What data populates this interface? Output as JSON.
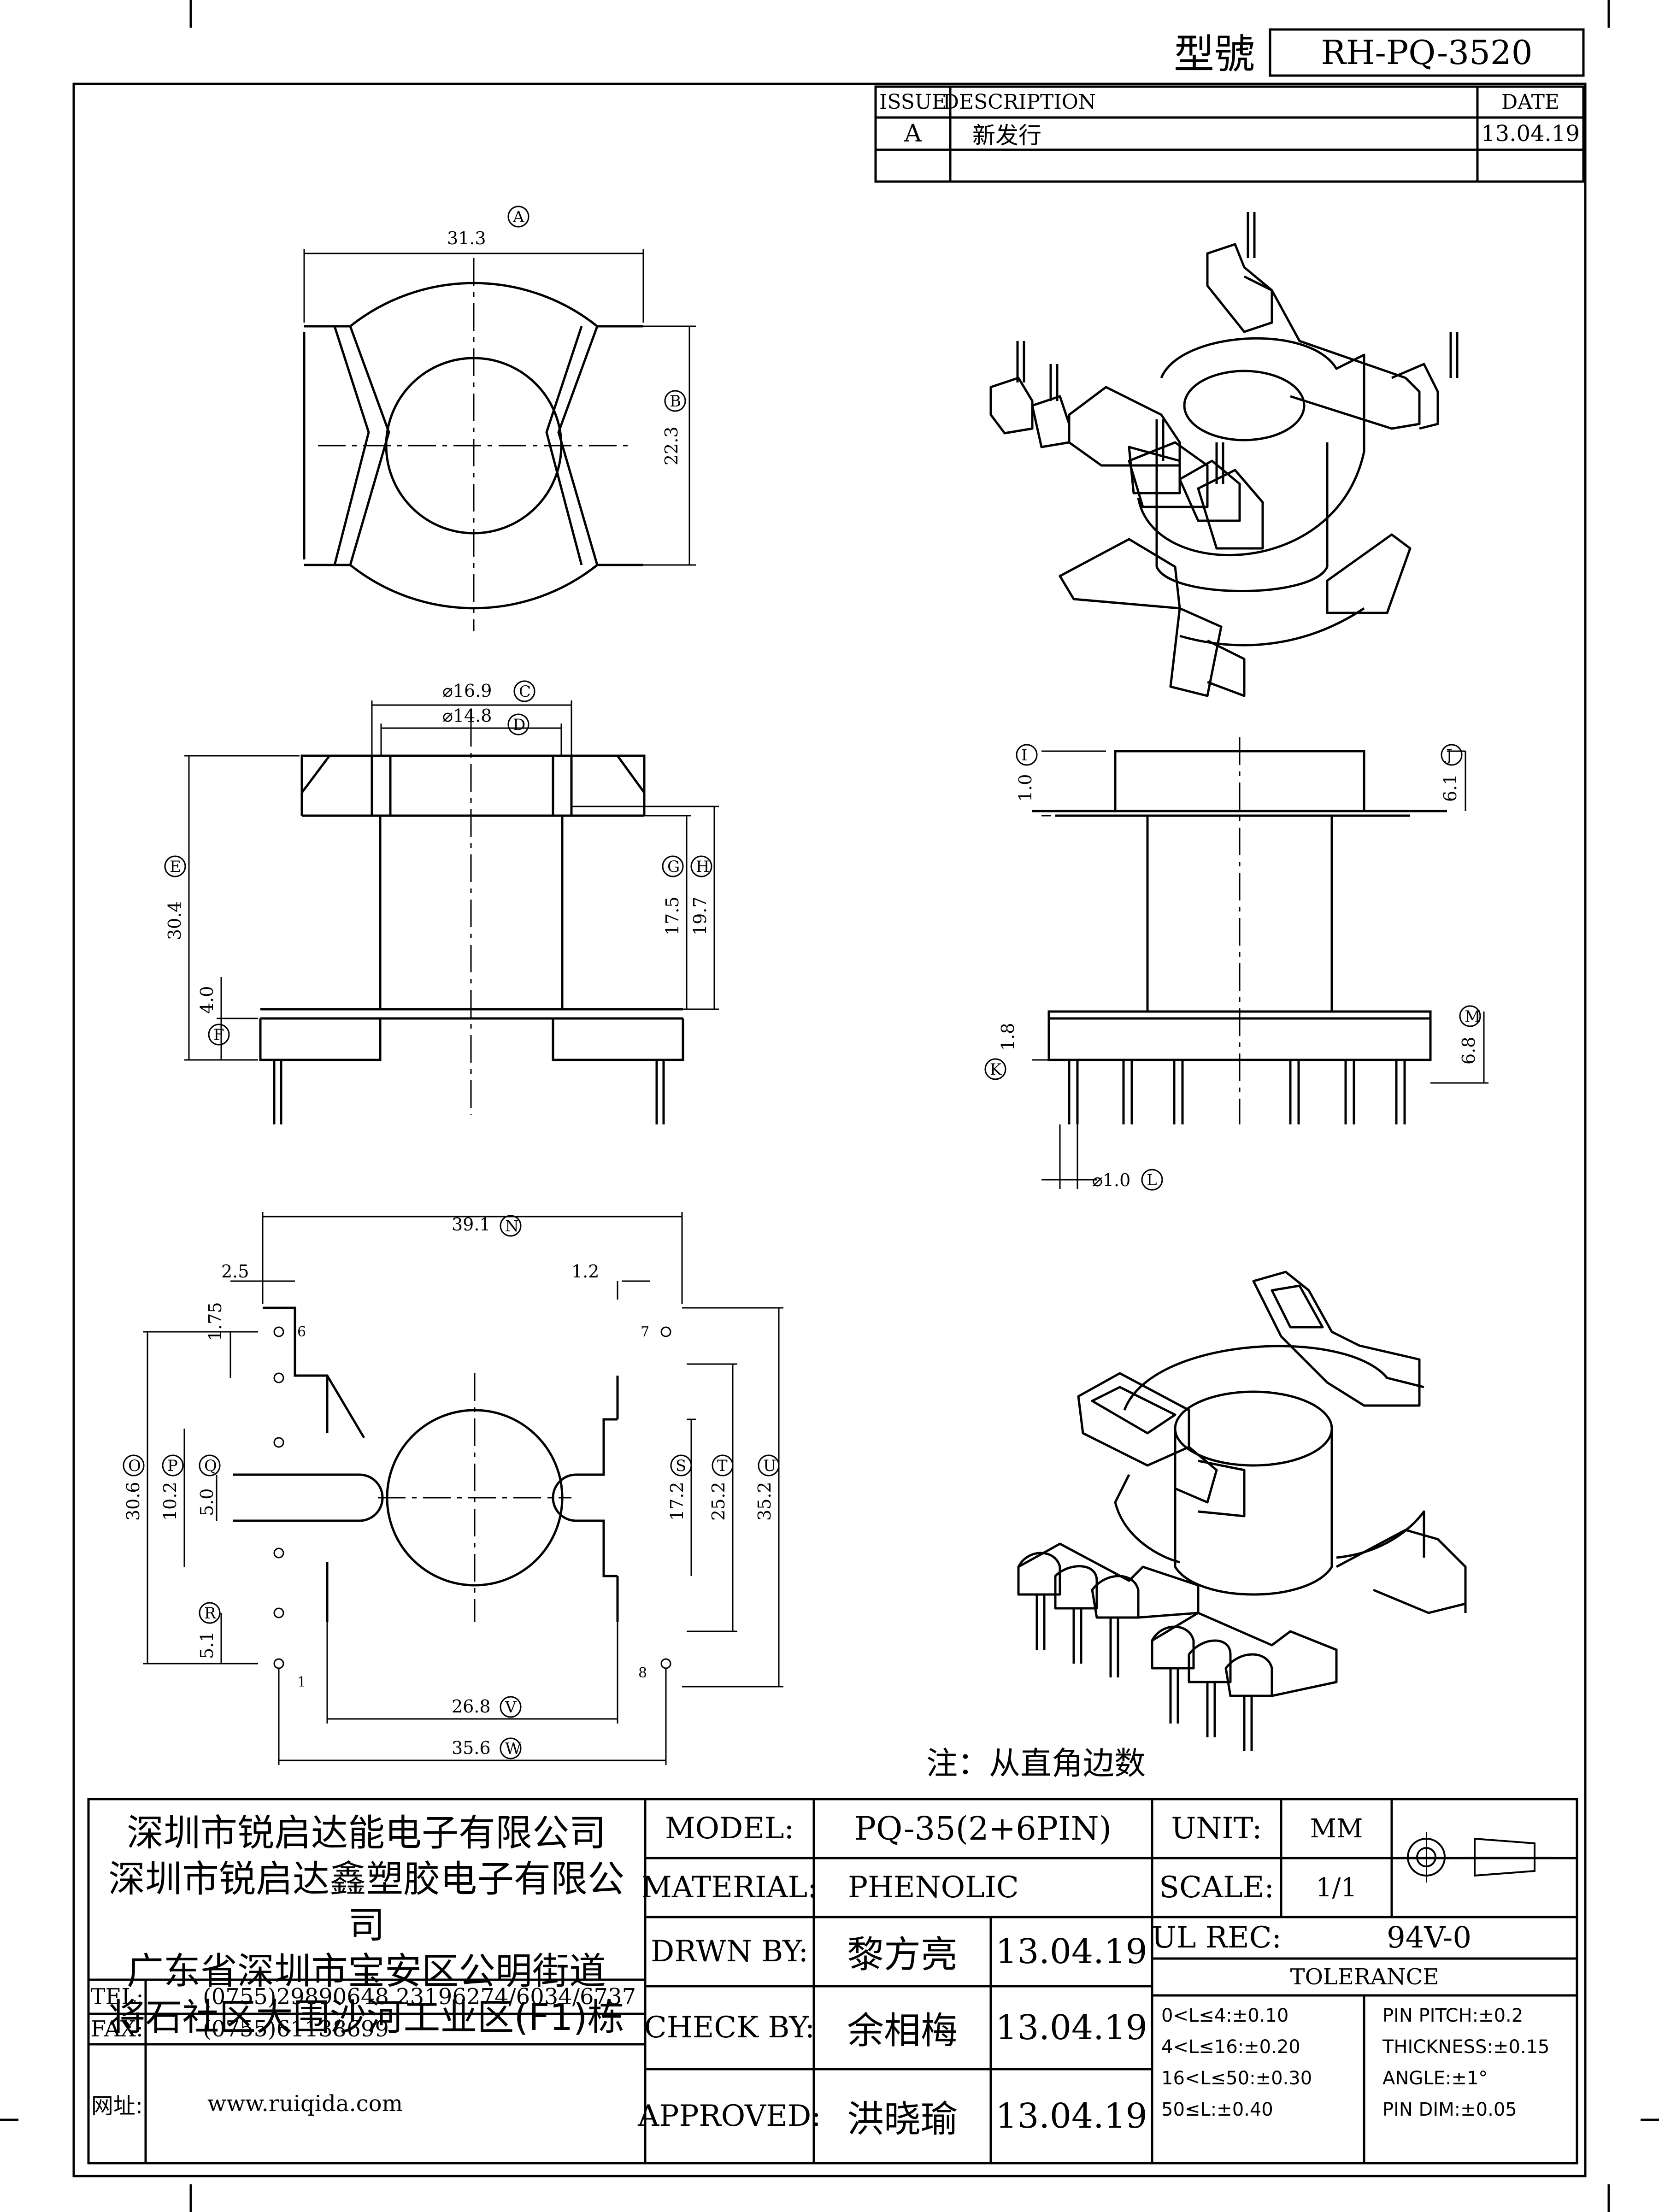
{
  "header": {
    "model_label": "型號",
    "model_value": "RH-PQ-3520"
  },
  "revision_table": {
    "headers": [
      "ISSUE",
      "DESCRIPTION",
      "DATE"
    ],
    "rows": [
      {
        "issue": "A",
        "description": "新发行",
        "date": "13.04.19"
      },
      {
        "issue": "",
        "description": "",
        "date": ""
      }
    ]
  },
  "drawing": {
    "top_view": {
      "dims": {
        "A": "31.3",
        "B": "22.3"
      },
      "markers": [
        "A",
        "B"
      ]
    },
    "front_view": {
      "dims": {
        "C": "⌀16.9",
        "D": "⌀14.8",
        "E": "30.4",
        "F": "4.0",
        "G": "17.5",
        "H": "19.7"
      },
      "markers": [
        "C",
        "D",
        "E",
        "F",
        "G",
        "H"
      ]
    },
    "side_view": {
      "dims": {
        "I": "1.0",
        "J": "6.1",
        "K": "1.8",
        "L": "⌀1.0",
        "M": "6.8"
      },
      "markers": [
        "I",
        "J",
        "K",
        "L",
        "M"
      ]
    },
    "bottom_view": {
      "dims": {
        "N": "39.1",
        "O": "30.6",
        "P": "10.2",
        "Q": "5.0",
        "R": "5.1",
        "S": "17.2",
        "T": "25.2",
        "U": "35.2",
        "V": "26.8",
        "W": "35.6",
        "pitch_top": "2.5",
        "gap": "1.2",
        "edge": "1.75"
      },
      "pin_numbers": [
        "6",
        "7",
        "1",
        "8"
      ],
      "markers": [
        "N",
        "O",
        "P",
        "Q",
        "R",
        "S",
        "T",
        "U",
        "V",
        "W"
      ]
    },
    "note": "注：从直角边数"
  },
  "title_block": {
    "company_lines": [
      "深圳市锐启达能电子有限公司",
      "深圳市锐启达鑫塑胶电子有限公司",
      "广东省深圳市宝安区公明街道",
      "将石社区大围沙河工业区(F1)栋"
    ],
    "tel_label": "TEL:",
    "tel_value": "(0755)29890648  23196274/6034/6737",
    "fax_label": "FAX:",
    "fax_value": "(0755)61138699",
    "web_label": "网址:",
    "web_value": "www.ruiqida.com",
    "model_label": "MODEL:",
    "model_value": "PQ-35(2+6PIN)",
    "material_label": "MATERIAL:",
    "material_value": "PHENOLIC",
    "drawn_label": "DRWN BY:",
    "drawn_name": "黎方亮",
    "drawn_date": "13.04.19",
    "check_label": "CHECK BY:",
    "check_name": "余相梅",
    "check_date": "13.04.19",
    "approved_label": "APPROVED:",
    "approved_name": "洪晓瑜",
    "approved_date": "13.04.19",
    "unit_label": "UNIT:",
    "unit_value": "MM",
    "scale_label": "SCALE:",
    "scale_value": "1/1",
    "ul_label": "UL REC:",
    "ul_value": "94V-0",
    "tolerance_label": "TOLERANCE",
    "tolerance_left": [
      "0<L≤4:±0.10",
      "4<L≤16:±0.20",
      "16<L≤50:±0.30",
      "50≤L:±0.40"
    ],
    "tolerance_right": [
      "PIN PITCH:±0.2",
      "THICKNESS:±0.15",
      "ANGLE:±1°",
      "PIN DIM:±0.05"
    ]
  }
}
